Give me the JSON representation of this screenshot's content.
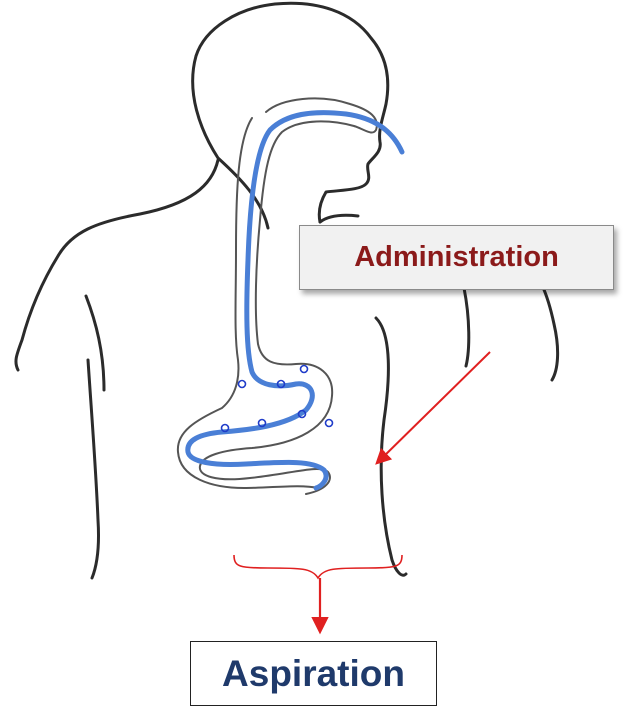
{
  "labels": {
    "administration": "Administration",
    "aspiration": "Aspiration"
  },
  "colors": {
    "outline": "#2b2b2b",
    "tube": "#4a7fd6",
    "arrow": "#e02020",
    "administration_text": "#8b1a1a",
    "aspiration_text": "#1f3a6b"
  },
  "icons": {
    "body": "human-torso-outline",
    "tube": "gastric-tube",
    "bubbles": "gas-bubble-circles"
  }
}
